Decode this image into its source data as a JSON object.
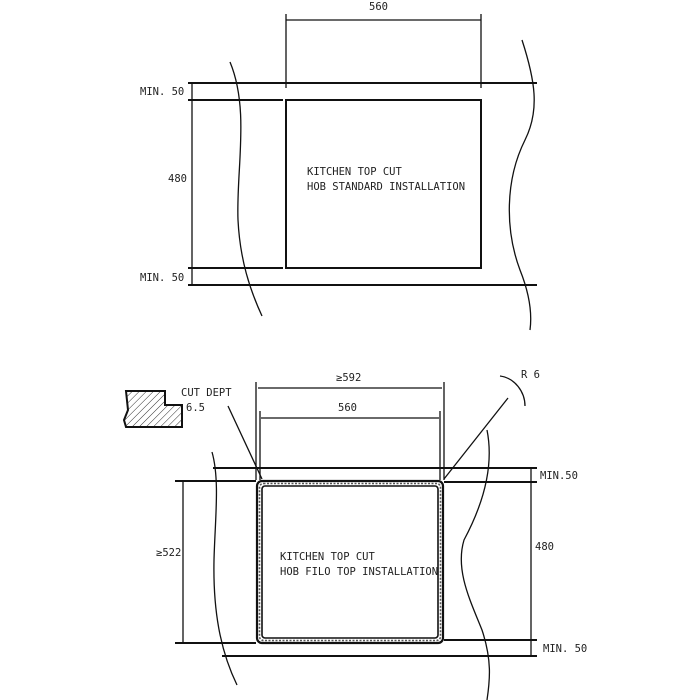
{
  "standard_installation": {
    "width_label": "560",
    "height_label": "480",
    "margin_top_label": "MIN. 50",
    "margin_bottom_label": "MIN. 50",
    "title_line1": "KITCHEN TOP CUT",
    "title_line2": "HOB STANDARD INSTALLATION"
  },
  "filo_top_installation": {
    "outer_width_label": "≥592",
    "inner_width_label": "560",
    "outer_height_label": "≥522",
    "inner_height_label": "480",
    "margin_top_label": "MIN.50",
    "margin_bottom_label": "MIN. 50",
    "cut_depth_label": "CUT DEPT",
    "cut_depth_value": "6.5",
    "radius_label": "R 6",
    "title_line1": "KITCHEN TOP CUT",
    "title_line2": "HOB FILO TOP INSTALLATION"
  }
}
